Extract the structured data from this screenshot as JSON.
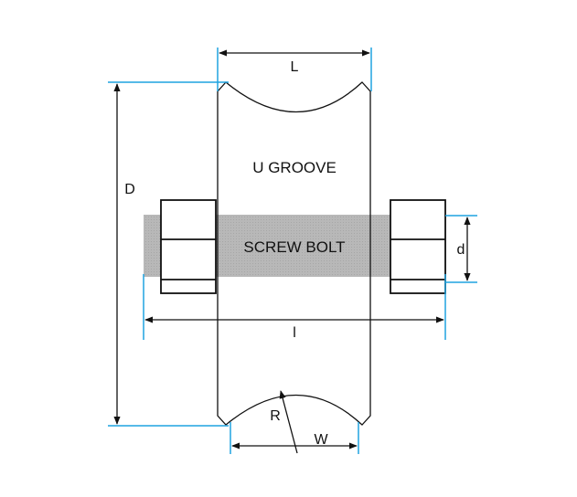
{
  "labels": {
    "u_groove": "U GROOVE",
    "screw_bolt": "SCREW BOLT"
  },
  "dimensions": {
    "L": "L",
    "D": "D",
    "d": "d",
    "l": "l",
    "R": "R",
    "W": "W"
  },
  "colors": {
    "outline": "#111111",
    "extension_lines": "#1fa3e0",
    "bolt_fill": "#b3b3b3",
    "background": "#ffffff"
  }
}
